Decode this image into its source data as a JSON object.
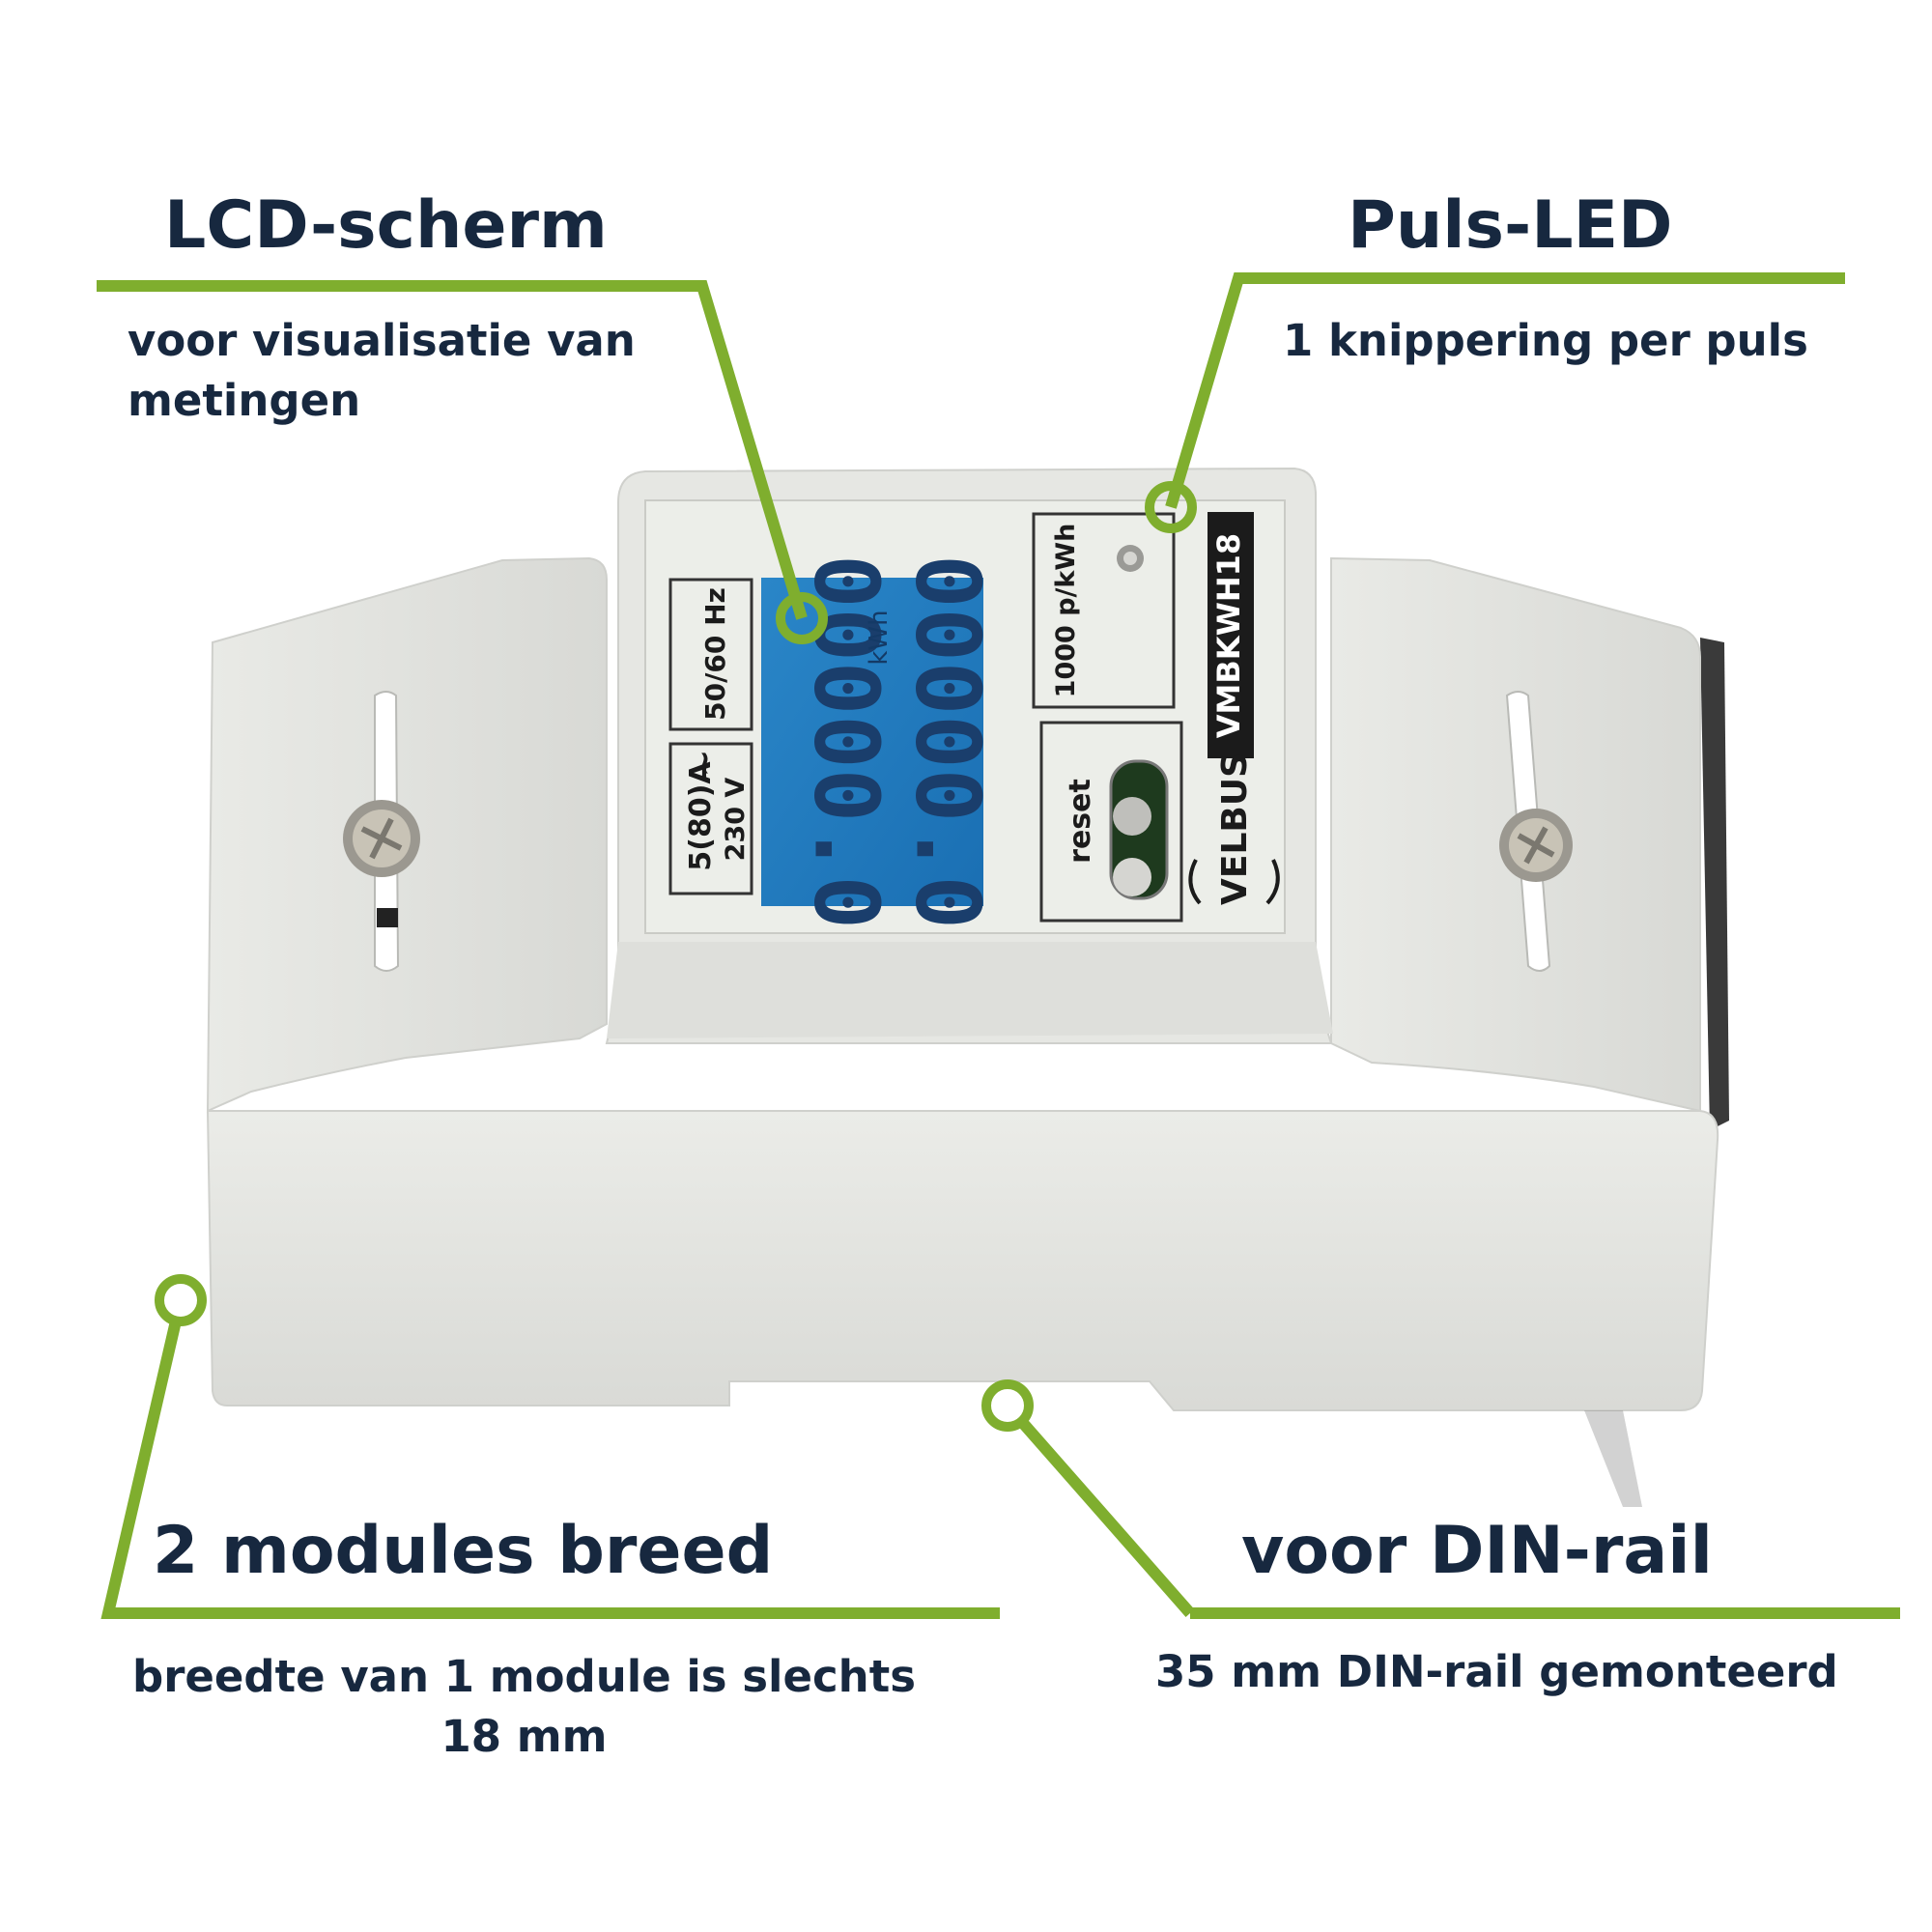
{
  "callouts": {
    "lcd": {
      "title": "LCD-scherm",
      "subtitle": "voor visualisatie van metingen"
    },
    "led": {
      "title": "Puls-LED",
      "subtitle": "1 knippering per puls"
    },
    "modules": {
      "title": "2 modules breed",
      "subtitle_line1": "breedte van 1 module is slechts",
      "subtitle_line2": "18 mm"
    },
    "din": {
      "title": "voor DIN-rail",
      "subtitle": "35 mm DIN-rail gemonteerd"
    }
  },
  "device": {
    "frequency_label": "50/60 Hz",
    "current_label": "5(80)A",
    "ac_symbol": "~",
    "voltage_label": "230 V",
    "display_value_1": "00000.0",
    "display_value_2": "00000.0",
    "display_unit": "kWh",
    "pulse_label": "1000 p/kWh",
    "reset_label": "reset",
    "model_label": "VMBKWH18",
    "brand_label": "VELBUS"
  },
  "colors": {
    "accent_green": "#7fae2e",
    "text_navy": "#17283f",
    "lcd_blue": "#1b7fc4",
    "housing_grey": "#e4e5e1"
  }
}
